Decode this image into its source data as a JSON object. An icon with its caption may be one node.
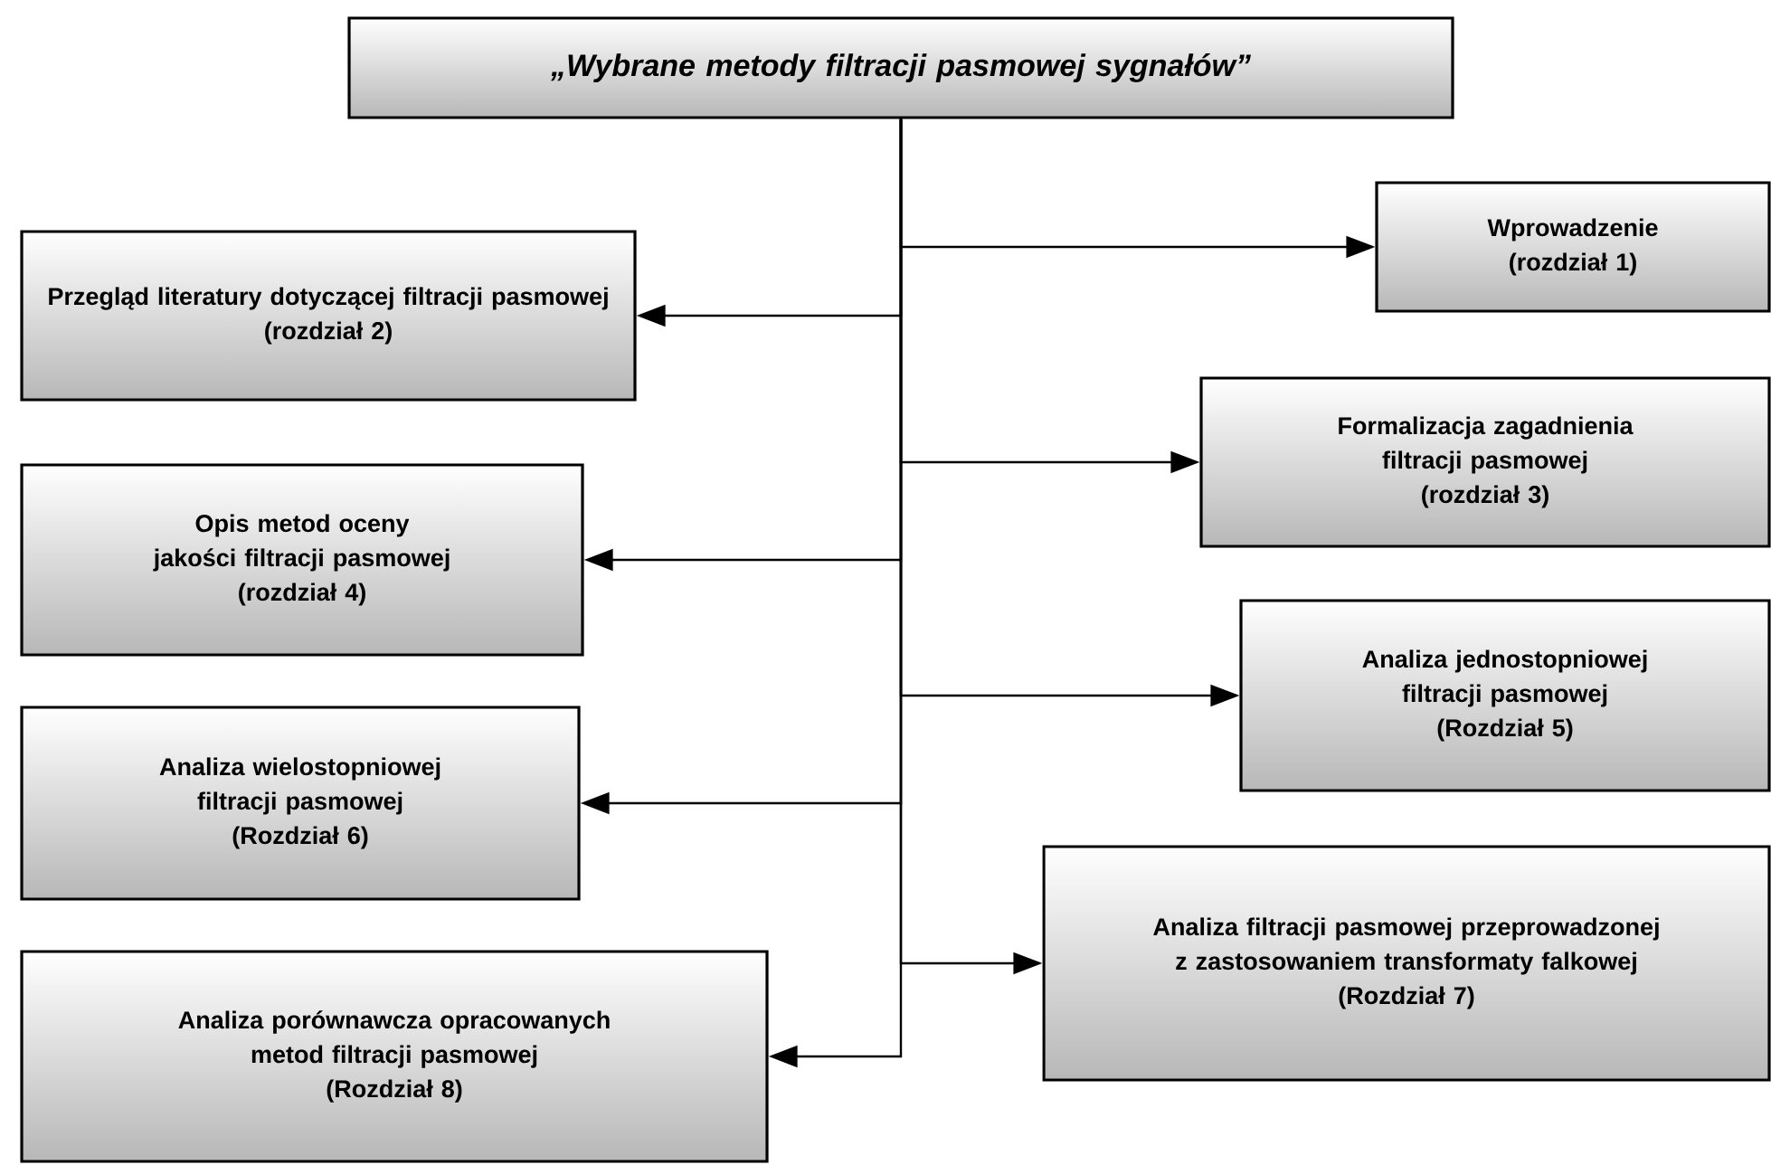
{
  "diagram": {
    "nodes": [
      {
        "text": [
          "„Wybrane metody filtracji pasmowej sygnałów”"
        ]
      },
      {
        "text": [
          "Wprowadzenie",
          "(rozdział 1)"
        ]
      },
      {
        "text": [
          "Przegląd literatury dotyczącej filtracji pasmowej",
          "(rozdział 2)"
        ]
      },
      {
        "text": [
          "Formalizacja zagadnienia filtracji pasmowej",
          "(rozdział 3)"
        ]
      },
      {
        "text": [
          "Opis metod oceny jakości filtracji pasmowej",
          "(rozdział 4)"
        ]
      },
      {
        "text": [
          "Analiza jednostopniowej filtracji pasmowej",
          "(Rozdział 5)"
        ]
      },
      {
        "text": [
          "Analiza wielostopniowej filtracji pasmowej",
          "(Rozdział 6)"
        ]
      },
      {
        "text": [
          "Analiza filtracji pasmowej przeprowadzonej z zastosowaniem transformaty falkowej",
          "(Rozdział 7)"
        ]
      },
      {
        "text": [
          "Analiza porównawcza opracowanych metod filtracji pasmowej",
          "(Rozdział 8)"
        ]
      }
    ],
    "edges": [
      {
        "from": 0,
        "to": 1,
        "arrow": "to"
      },
      {
        "from": 0,
        "to": 2,
        "arrow": "to"
      },
      {
        "from": 0,
        "to": 3,
        "arrow": "to"
      },
      {
        "from": 0,
        "to": 4,
        "arrow": "to"
      },
      {
        "from": 0,
        "to": 5,
        "arrow": "to"
      },
      {
        "from": 0,
        "to": 6,
        "arrow": "to"
      },
      {
        "from": 0,
        "to": 7,
        "arrow": "to"
      },
      {
        "from": 0,
        "to": 8,
        "arrow": "to"
      }
    ]
  }
}
